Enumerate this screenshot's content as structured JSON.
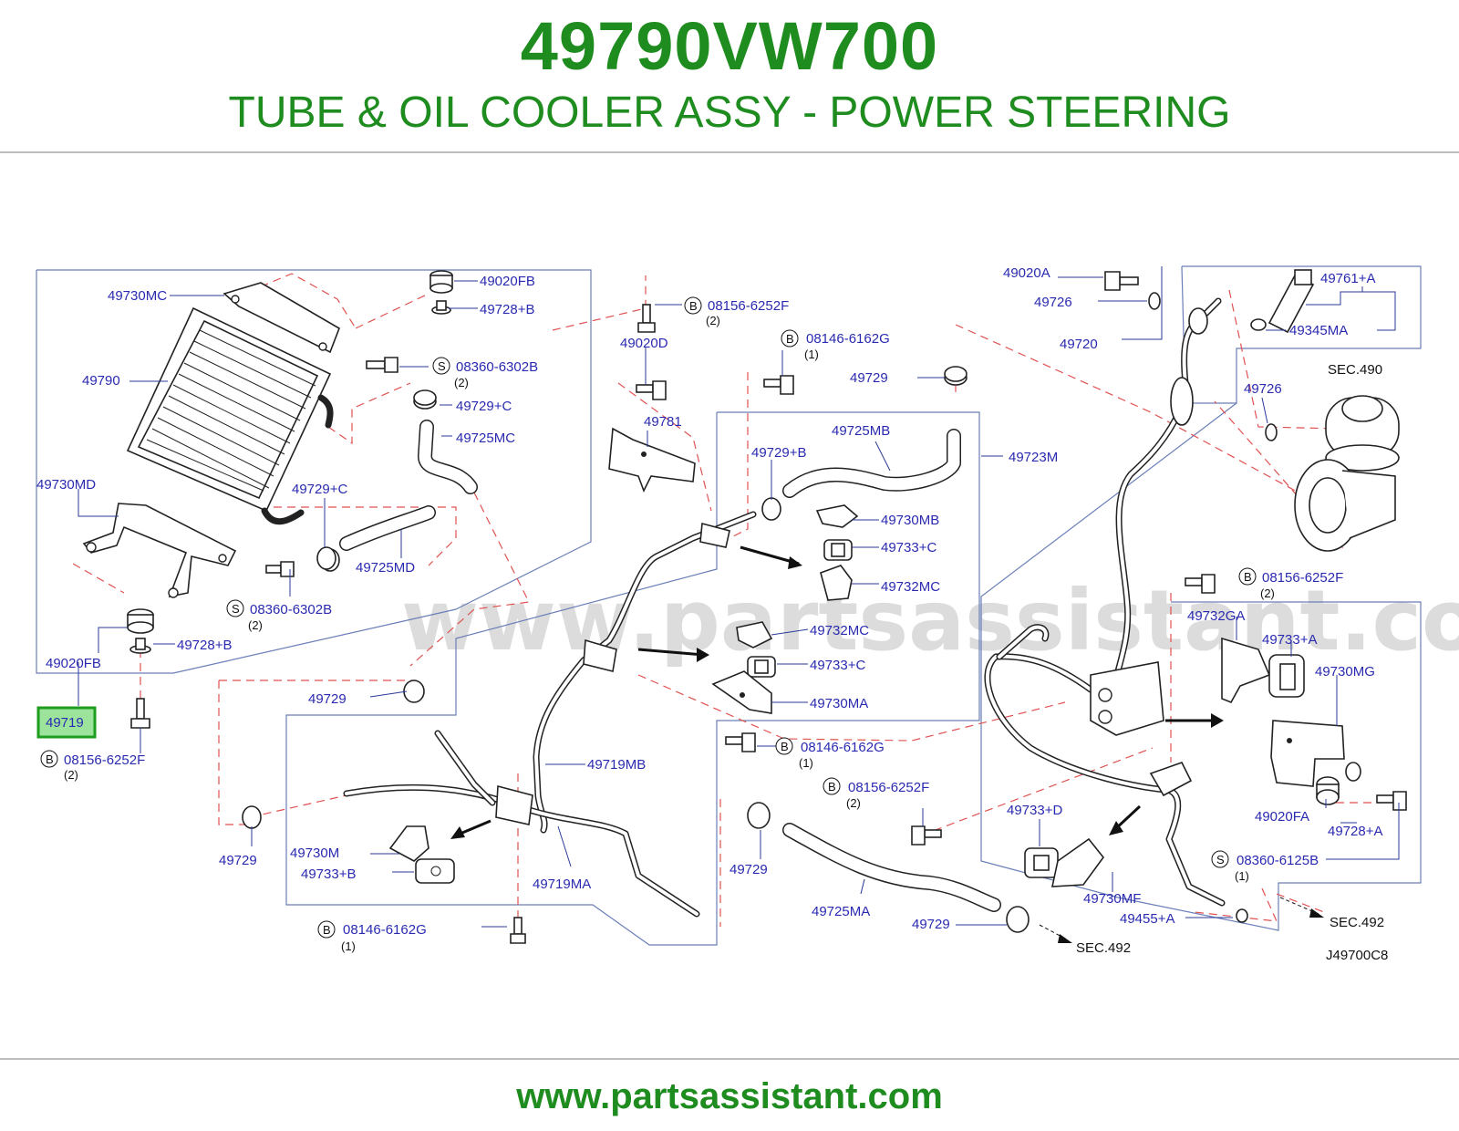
{
  "header": {
    "part_number": "49790VW700",
    "title": "TUBE & OIL COOLER ASSY - POWER STEERING"
  },
  "footer": {
    "url": "www.partsassistant.com"
  },
  "watermark": "www.partsassistant.com",
  "diagram_code": "J49700C8",
  "highlight_color": "#1e8c1e",
  "label_color": "#2a2ab0",
  "labels": {
    "l49730MC": "49730MC",
    "l49020FB_top": "49020FB",
    "l49728B_top": "49728+B",
    "l49790": "49790",
    "l08360_6302B_a": "08360-6302B",
    "l49729C_a": "49729+C",
    "l49725MC": "49725MC",
    "l49730MD": "49730MD",
    "l49729C_b": "49729+C",
    "l49725MD": "49725MD",
    "l08360_6302B_b": "08360-6302B",
    "l49728B_bot": "49728+B",
    "l49020FB_bot": "49020FB",
    "l49719": "49719",
    "l08156_6252F_a": "08156-6252F",
    "l08156_6252F_top": "08156-6252F",
    "l49020D": "49020D",
    "l08146_6162G_top": "08146-6162G",
    "l49781": "49781",
    "l49729_top": "49729",
    "l49725MB": "49725MB",
    "l49723M": "49723M",
    "l49729B": "49729+B",
    "l49730MB": "49730MB",
    "l49733C_a": "49733+C",
    "l49732MC_a": "49732MC",
    "l49732MC_b": "49732MC",
    "l49733C_b": "49733+C",
    "l49730MA": "49730MA",
    "l49729_left": "49729",
    "l08146_6162G_mid": "08146-6162G",
    "l49719MB": "49719MB",
    "l08156_6252F_mid": "08156-6252F",
    "l49729_bl": "49729",
    "l49730M": "49730M",
    "l49733B": "49733+B",
    "l49719MA": "49719MA",
    "l49729_bm": "49729",
    "l49725MA": "49725MA",
    "l49729_br": "49729",
    "l08146_6162G_bot": "08146-6162G",
    "l49020A": "49020A",
    "l49726_a": "49726",
    "l49720": "49720",
    "l49761A": "49761+A",
    "l49345MA": "49345MA",
    "l49726_b": "49726",
    "l08156_6252F_r": "08156-6252F",
    "l49732GA": "49732GA",
    "l49733A": "49733+A",
    "l49730MG": "49730MG",
    "l49733D": "49733+D",
    "l49730MF": "49730MF",
    "l49020FA": "49020FA",
    "l49728A": "49728+A",
    "l08360_6125B": "08360-6125B",
    "l49455A": "49455+A"
  },
  "quantities": {
    "q2": "(2)",
    "q1": "(1)"
  },
  "marks": {
    "bolt": "B",
    "screw": "S"
  },
  "sections": {
    "sec490": "SEC.490",
    "sec492_a": "SEC.492",
    "sec492_b": "SEC.492"
  }
}
